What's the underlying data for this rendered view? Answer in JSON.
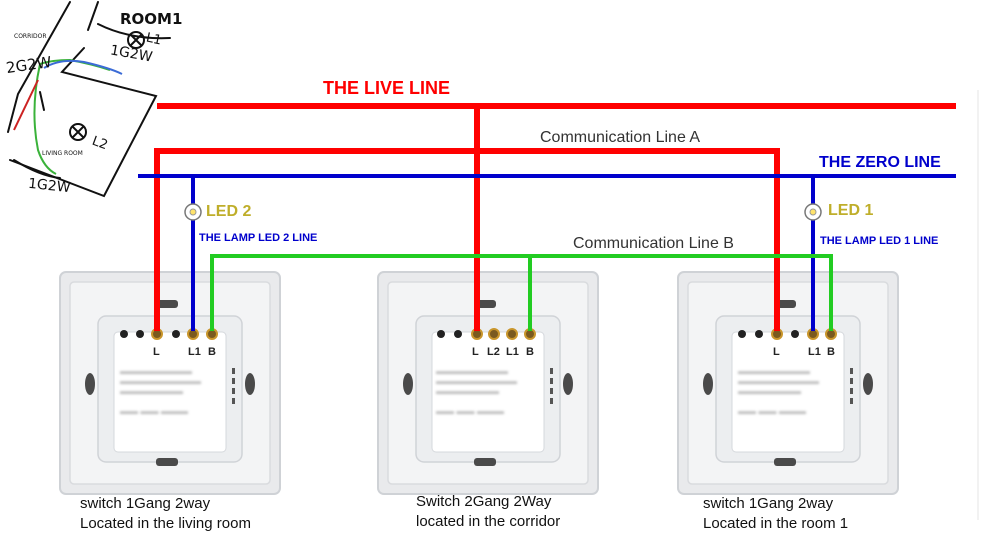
{
  "lines": {
    "live_label": "THE LIVE LINE",
    "zero_label": "THE ZERO LINE",
    "comm_a_label": "Communication Line A",
    "comm_b_label": "Communication Line B",
    "colors": {
      "live": "#ff0000",
      "zero": "#0000cc",
      "comm_b": "#22cc22",
      "sketch_green": "#3ab23a",
      "sketch_blue": "#3b6bd6"
    }
  },
  "leds": [
    {
      "label": "LED 2",
      "line_label": "THE LAMP LED 2 LINE",
      "icon": "lamp-icon"
    },
    {
      "label": "LED 1",
      "line_label": "THE LAMP LED 1 LINE",
      "icon": "lamp-icon"
    }
  ],
  "switches": [
    {
      "terminals": [
        "L",
        "L1",
        "B"
      ],
      "caption_line1": "switch 1Gang 2way",
      "caption_line2": "Located in the living room"
    },
    {
      "terminals": [
        "L",
        "L2",
        "L1",
        "B"
      ],
      "caption_line1": "Switch 2Gang 2Way",
      "caption_line2": "located in the corridor"
    },
    {
      "terminals": [
        "L",
        "L1",
        "B"
      ],
      "caption_line1": "switch 1Gang 2way",
      "caption_line2": "Located in the room 1"
    }
  ],
  "sketch": {
    "room1": "ROOM1",
    "corridor": "CORRIDOR",
    "living_room": "LIVING ROOM",
    "switch_top": "2G2W",
    "switch_room1": "1G2W",
    "switch_living": "1G2W",
    "lamp_room1": "L1",
    "lamp_living": "L2"
  }
}
